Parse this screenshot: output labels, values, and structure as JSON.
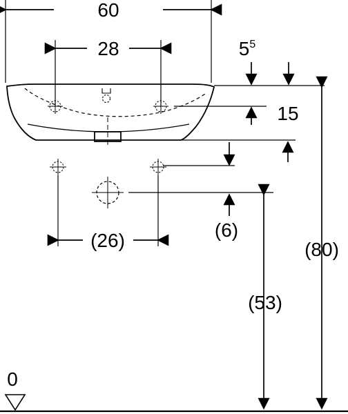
{
  "diagram": {
    "dimensions": {
      "overall_width": "60",
      "tap_spacing": "28",
      "rim_offset_base": "5",
      "rim_offset_sup": "5",
      "rim_depth": "15",
      "drain_drop": "(6)",
      "wall_spacing": "(26)",
      "drain_height": "(53)",
      "total_height": "(80)",
      "floor_level": "0"
    },
    "colors": {
      "line": "#000000",
      "background": "#ffffff"
    }
  }
}
